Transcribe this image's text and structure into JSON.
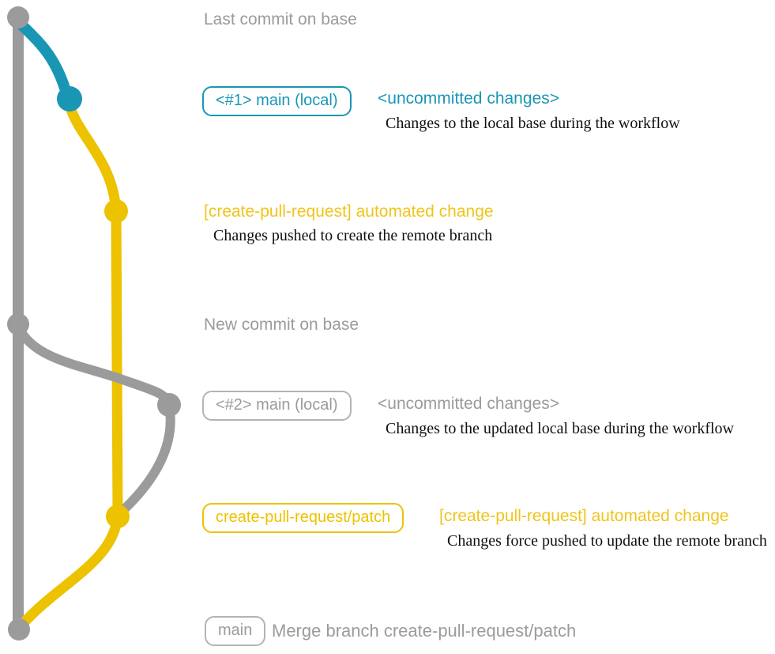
{
  "colors": {
    "gray": "#9b9b9b",
    "gray_border": "#b4b4b4",
    "blue": "#1a96b5",
    "yellow": "#ecc201",
    "yellow_text": "#f0c41c",
    "desc": "#101010"
  },
  "graph": {
    "branches": [
      "base (gray)",
      "local main (blue)",
      "create-pull-request/patch (yellow)"
    ],
    "commit_dots": [
      "last-commit-on-base",
      "local-uncommitted-1",
      "automated-change-1",
      "new-commit-on-base",
      "local-uncommitted-2",
      "automated-change-2",
      "merge-commit"
    ]
  },
  "annotations": {
    "last_commit_label": "Last commit on base",
    "new_commit_label": "New commit on base",
    "row1": {
      "badge": "<#1> main (local)",
      "title": "<uncommitted changes>",
      "desc": "Changes to the local base during the workflow"
    },
    "row2": {
      "title": "[create-pull-request] automated change",
      "desc": "Changes pushed to create the remote branch"
    },
    "row3": {
      "badge": "<#2> main (local)",
      "title": "<uncommitted changes>",
      "desc": "Changes to the updated local base during the workflow"
    },
    "row4": {
      "badge": "create-pull-request/patch",
      "title": "[create-pull-request] automated change",
      "desc": "Changes force pushed to update the remote branch"
    },
    "row5": {
      "badge": "main",
      "label": "Merge branch create-pull-request/patch"
    }
  }
}
